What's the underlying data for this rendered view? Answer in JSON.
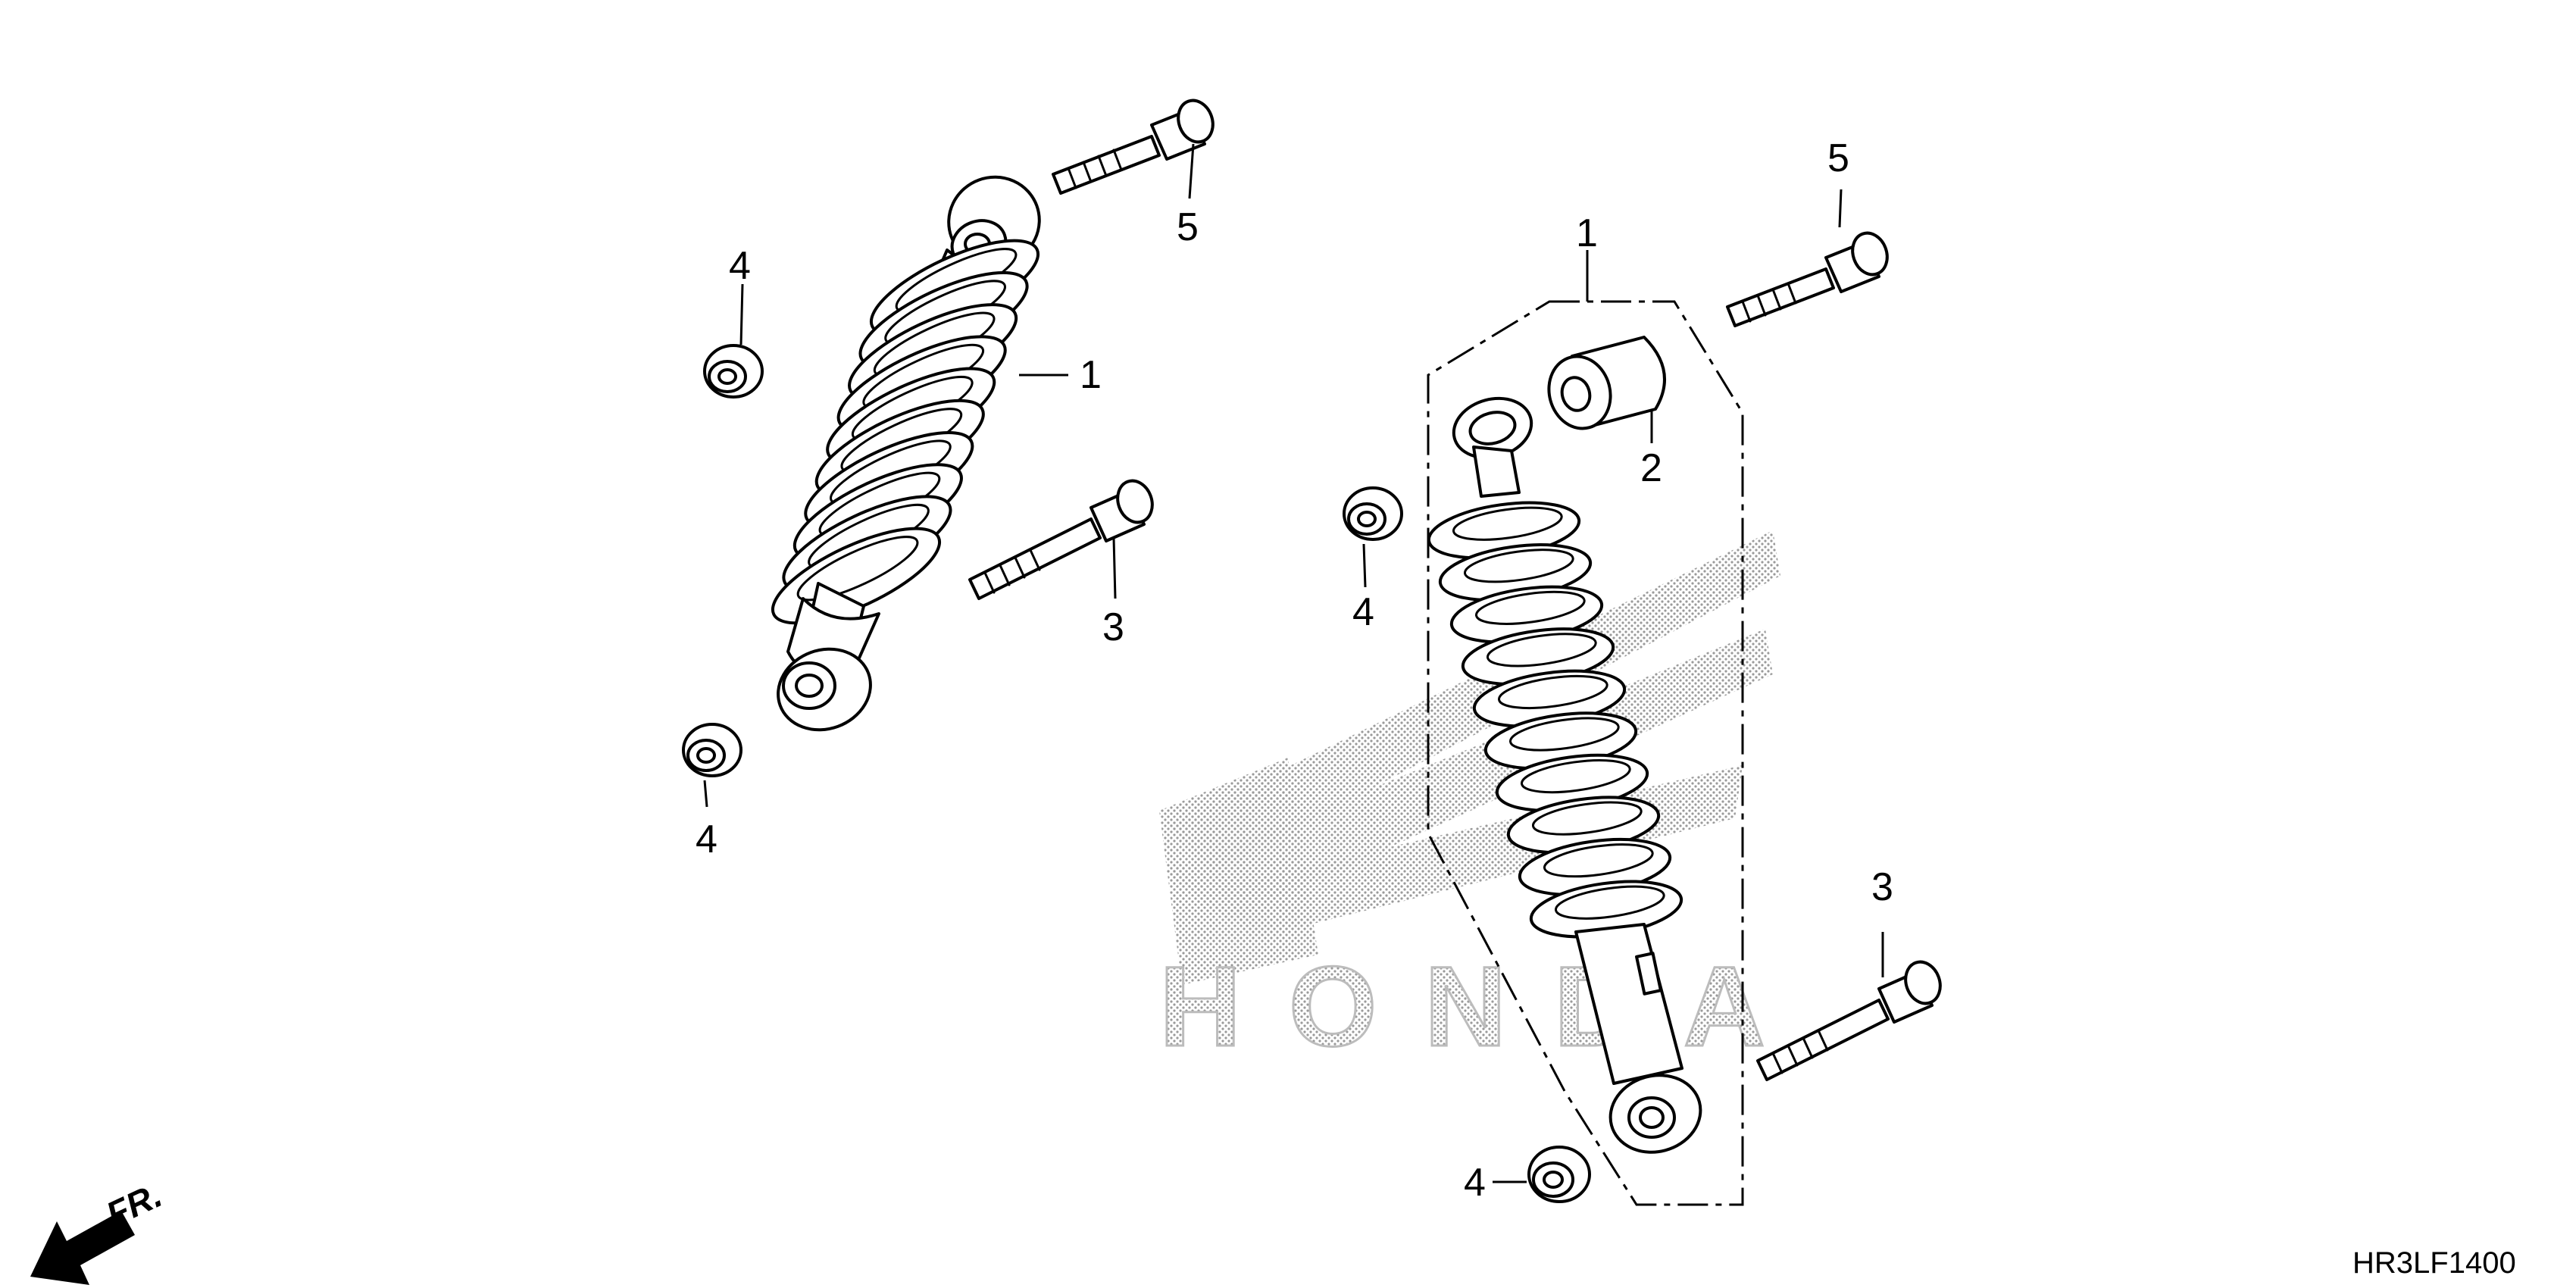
{
  "diagram": {
    "drawing_code": "HR3LF1400",
    "direction_label": "FR.",
    "watermark": "HONDA",
    "colors": {
      "ink": "#000000",
      "background": "#ffffff",
      "watermark": "#9a9a9a"
    },
    "callouts": [
      {
        "id": "c1a",
        "text": "1"
      },
      {
        "id": "c1b",
        "text": "1"
      },
      {
        "id": "c2",
        "text": "2"
      },
      {
        "id": "c3a",
        "text": "3"
      },
      {
        "id": "c3b",
        "text": "3"
      },
      {
        "id": "c4a",
        "text": "4"
      },
      {
        "id": "c4b",
        "text": "4"
      },
      {
        "id": "c4c",
        "text": "4"
      },
      {
        "id": "c4d",
        "text": "4"
      },
      {
        "id": "c5a",
        "text": "5"
      },
      {
        "id": "c5b",
        "text": "5"
      }
    ]
  }
}
